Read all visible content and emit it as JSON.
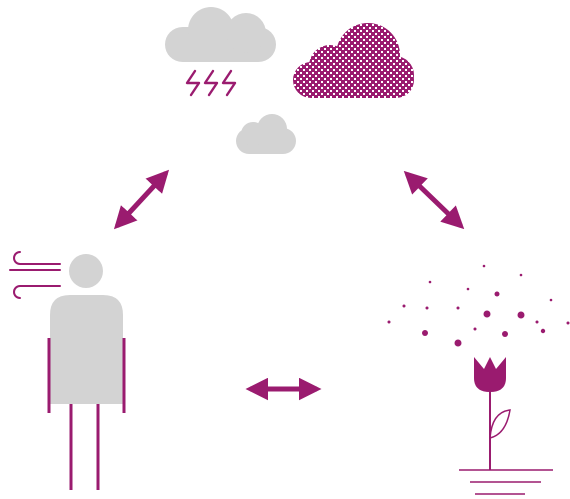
{
  "diagram": {
    "colors": {
      "accent": "#9a1b6f",
      "neutral": "#d3d3d3",
      "background": "#ffffff"
    },
    "nodes": [
      {
        "id": "weather",
        "icons": [
          "cloud-icon",
          "lightning-icon",
          "patterned-cloud-icon",
          "small-cloud-icon"
        ]
      },
      {
        "id": "person",
        "icons": [
          "wind-icon",
          "person-icon"
        ]
      },
      {
        "id": "plant",
        "icons": [
          "pollen-icon",
          "flower-icon"
        ]
      }
    ],
    "connections": [
      {
        "from": "weather",
        "to": "person",
        "type": "bidirectional"
      },
      {
        "from": "weather",
        "to": "plant",
        "type": "bidirectional"
      },
      {
        "from": "person",
        "to": "plant",
        "type": "bidirectional"
      }
    ]
  }
}
